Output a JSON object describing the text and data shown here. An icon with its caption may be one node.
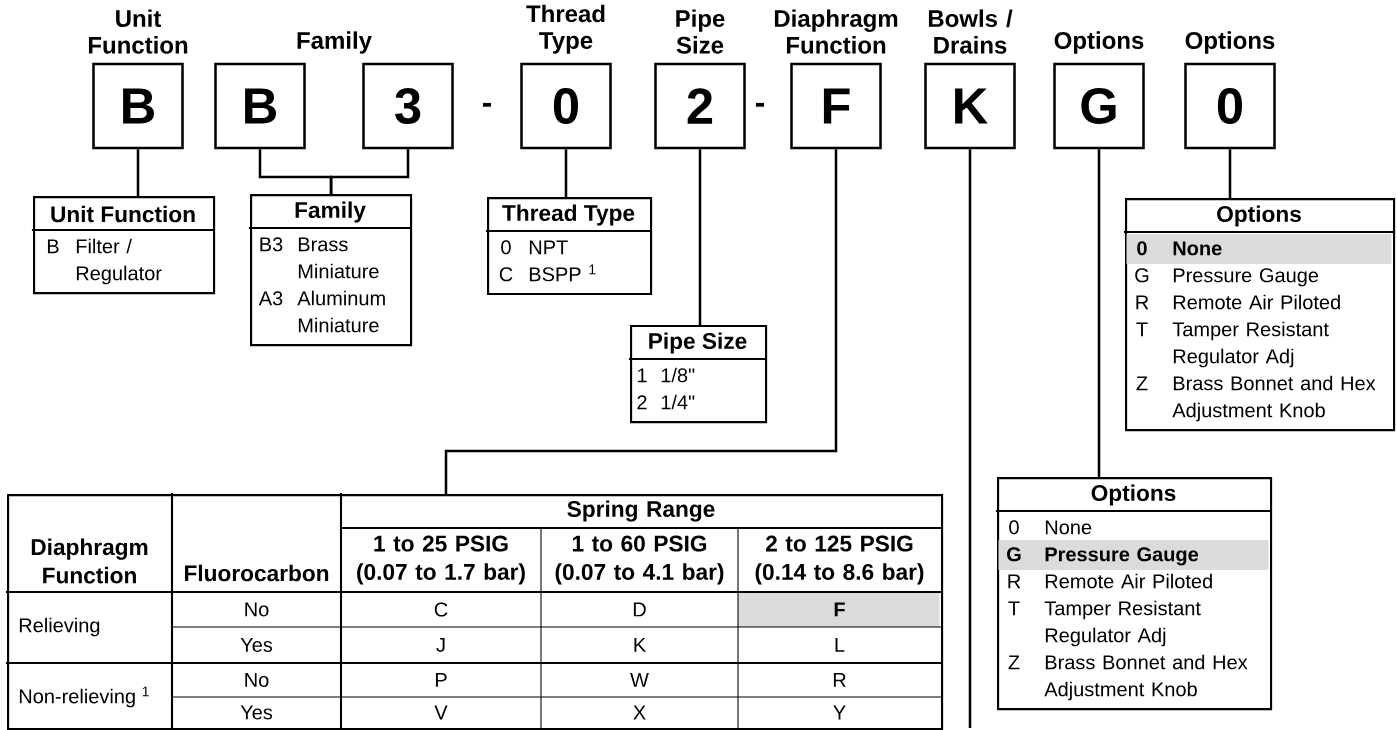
{
  "diagram": {
    "nodes": [
      {
        "text": [
          "Unit Function",
          "B"
        ]
      },
      {
        "text": [
          "B"
        ]
      },
      {
        "text": [
          "3"
        ]
      },
      {
        "text": [
          "Thread Type",
          "0"
        ]
      },
      {
        "text": [
          "Pipe Size",
          "2"
        ]
      },
      {
        "text": [
          "Diaphragm Function",
          "F"
        ]
      },
      {
        "text": [
          "Bowls / Drains",
          "K"
        ]
      },
      {
        "text": [
          "Options",
          "G"
        ]
      },
      {
        "text": [
          "Options",
          "0"
        ]
      },
      {
        "text": [
          "Unit Function",
          "B",
          "Filter / Regulator"
        ]
      },
      {
        "text": [
          "Family",
          "B3",
          "Brass Miniature",
          "A3",
          "Aluminum Miniature"
        ]
      },
      {
        "text": [
          "Thread Type",
          "0",
          "NPT",
          "C",
          "BSPP $^{1}$"
        ]
      },
      {
        "text": [
          "Pipe Size",
          "1",
          "1/8\"",
          "2",
          "1/4\""
        ]
      },
      {
        "text": [
          "Options",
          "0",
          "None",
          "G",
          "Pressure Gauge",
          "R",
          "Remote Air Piloted",
          "T",
          "Tamper Resistant Regulator Adj",
          "Z",
          "Brass Bonnet and Hex Adjustment Knob"
        ]
      },
      {
        "text": [
          "Options",
          "0",
          "None",
          "G",
          "Pressure Gauge",
          "R",
          "Remote Air Piloted",
          "T",
          "Tamper Resistant Regulator Adj",
          "Z",
          "Brass Bonnet and Hex Adjustment Knob"
        ]
      },
      {
        "text": [
          "Diaphragm Function",
          "Fluorocarbon",
          "Spring Range",
          "1 to 25 PSIG (0.07 to 1.7 bar)",
          "1 to 60 PSIG (0.07 to 4.1 bar)",
          "2 to 125 PSIG (0.14 to 8.6 bar)",
          "Relieving",
          "No",
          "C",
          "D",
          "F",
          "Yes",
          "J",
          "K",
          "L",
          "Non-relieving $^{1}$",
          "No",
          "P",
          "W",
          "R",
          "Yes",
          "V",
          "X",
          "Y"
        ]
      }
    ],
    "edges": [
      {
        "from": 0,
        "to": 9,
        "arrow": "none"
      },
      {
        "from": 1,
        "to": 10,
        "arrow": "none"
      },
      {
        "from": 2,
        "to": 10,
        "arrow": "none"
      },
      {
        "from": 3,
        "to": 11,
        "arrow": "none"
      },
      {
        "from": 4,
        "to": 12,
        "arrow": "none"
      },
      {
        "from": 5,
        "to": 15,
        "arrow": "none"
      },
      {
        "from": 6,
        "to": null,
        "arrow": "none"
      },
      {
        "from": 7,
        "to": 14,
        "arrow": "none"
      },
      {
        "from": 8,
        "to": 13,
        "arrow": "none"
      }
    ],
    "labels": [
      "Family",
      "-",
      "-"
    ]
  }
}
